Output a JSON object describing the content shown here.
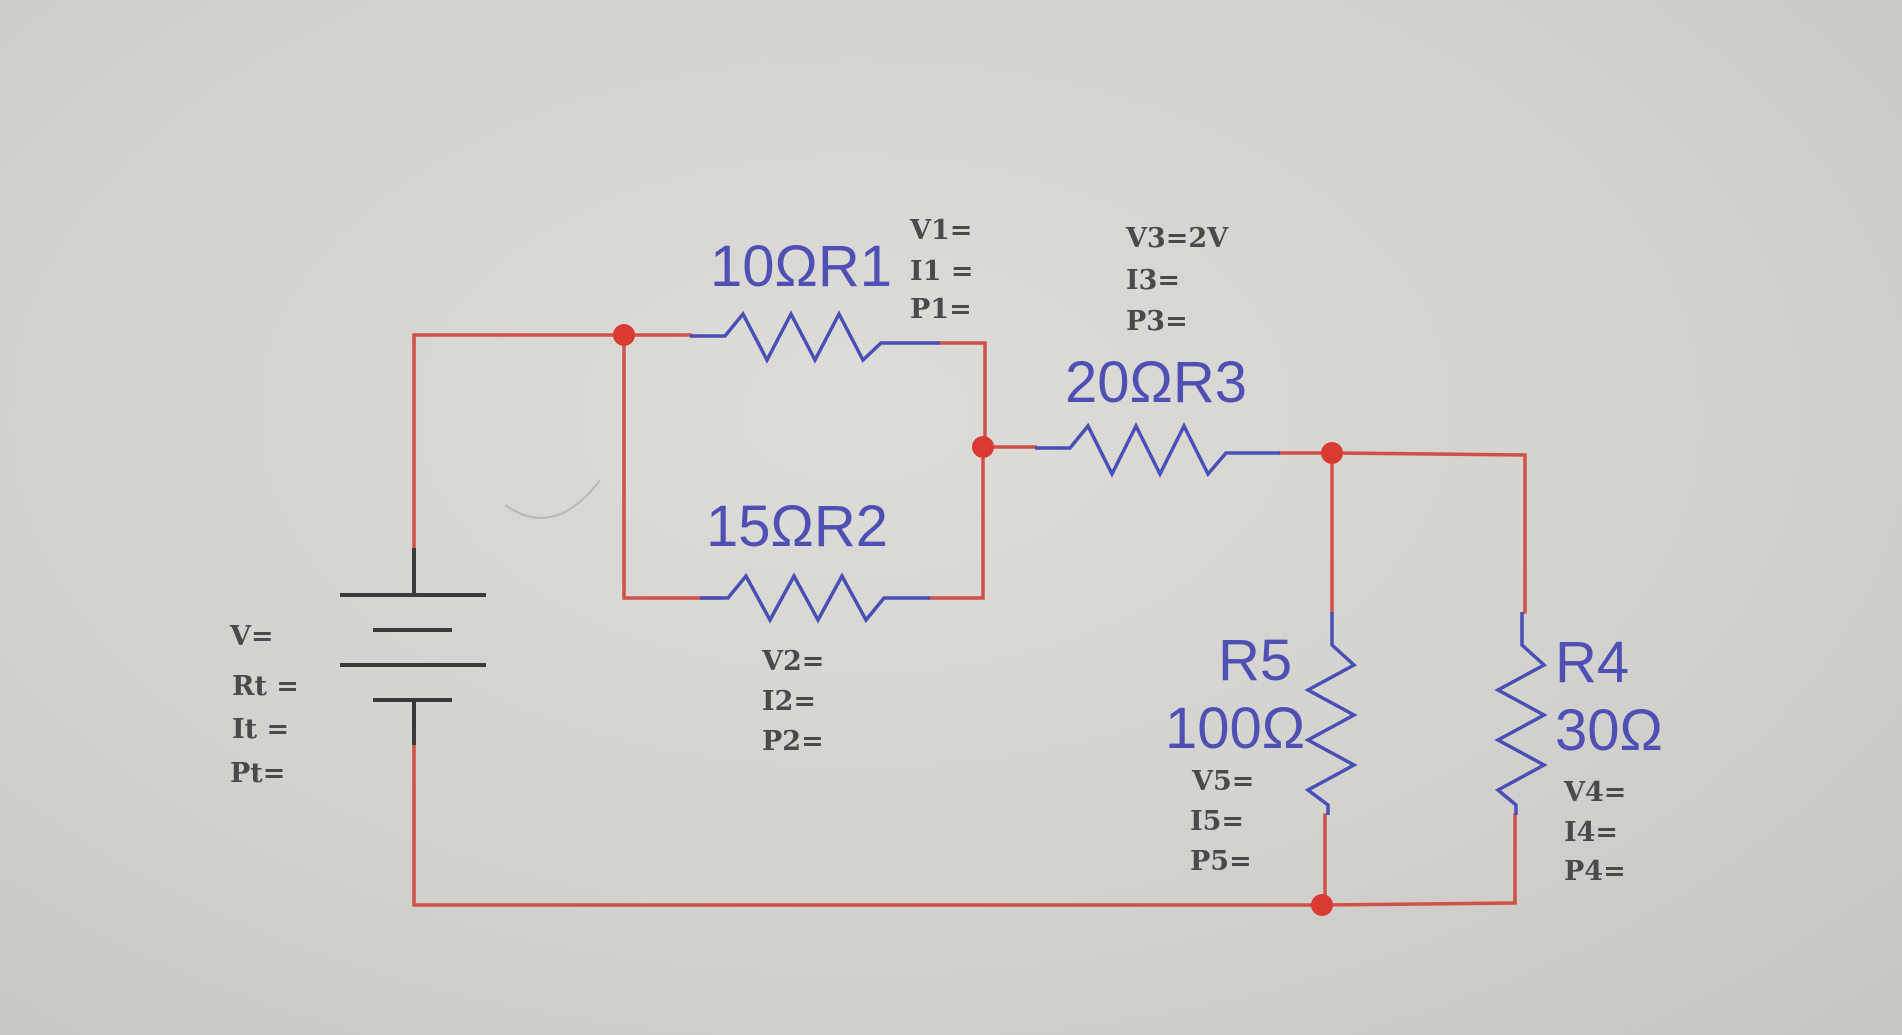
{
  "resistors": {
    "r1": {
      "label": "10ΩR1"
    },
    "r2": {
      "label": "15ΩR2"
    },
    "r3": {
      "label": "20ΩR3"
    },
    "r4": {
      "name": "R4",
      "value": "30Ω"
    },
    "r5": {
      "name": "R5",
      "value": "100Ω"
    }
  },
  "measurements": {
    "source": [
      "V=",
      "Rt =",
      "It =",
      "Pt="
    ],
    "r1": [
      "V1=",
      "I1 =",
      "P1="
    ],
    "r2": [
      "V2=",
      "I2=",
      "P2="
    ],
    "r3": [
      "V3=2V",
      "I3=",
      "P3="
    ],
    "r4": [
      "V4=",
      "I4=",
      "P4="
    ],
    "r5": [
      "V5=",
      "I5=",
      "P5="
    ]
  },
  "colors": {
    "wire": "#cf5147",
    "resistor": "#4a4fb5",
    "label": "#5050b4",
    "node": "#d93b33",
    "text": "#4a4a4a"
  }
}
